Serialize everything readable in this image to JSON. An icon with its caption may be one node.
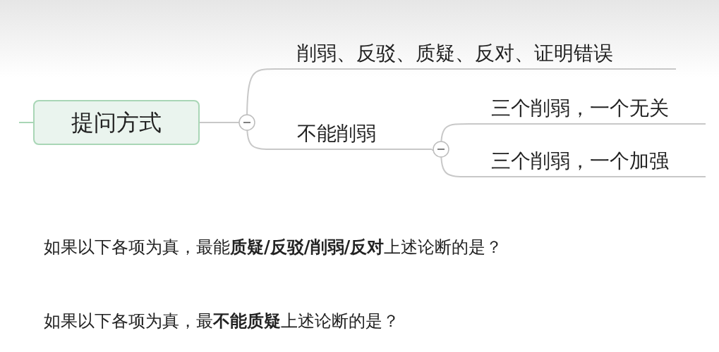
{
  "diagram": {
    "nodes": [
      {
        "text": [
          "提问方式"
        ]
      },
      {
        "text": [
          "削弱、反驳、质疑、反对、证明错误"
        ]
      },
      {
        "text": [
          "不能削弱"
        ]
      },
      {
        "text": [
          "三个削弱，一个无关"
        ]
      },
      {
        "text": [
          "三个削弱，一个加强"
        ]
      }
    ],
    "edges": [
      {
        "from": 0,
        "to": 1,
        "arrow": "none"
      },
      {
        "from": 0,
        "to": 2,
        "arrow": "none"
      },
      {
        "from": 2,
        "to": 3,
        "arrow": "none"
      },
      {
        "from": 2,
        "to": 4,
        "arrow": "none"
      }
    ],
    "labels": [
      "如果以下各项为真，最能**质疑/反驳/削弱/反对**上述论断的是？",
      "如果以下各项为真，最**不能质疑**上述论断的是？"
    ]
  }
}
